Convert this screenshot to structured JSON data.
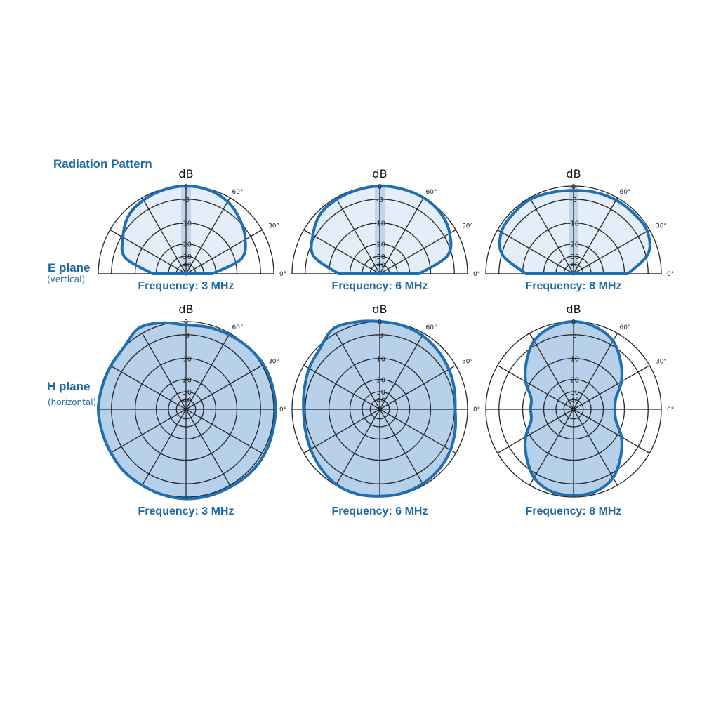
{
  "title": "Radiation Pattern",
  "rows": {
    "e_plane": {
      "label": "E plane",
      "sublabel": "(vertical)"
    },
    "h_plane": {
      "label": "H plane",
      "sublabel": "(horizontal)"
    }
  },
  "colors": {
    "accent": "#1f6aa5",
    "outline": "#1f6fb2",
    "e_fill": "#e3eef9",
    "h_fill": "#b7d1ea",
    "band": "#b9d1e8"
  },
  "chart_data": [
    {
      "type": "polar",
      "plane": "E",
      "half": true,
      "title": "Frequency: 3 MHz",
      "r_unit": "dB",
      "r_ticks": [
        "0",
        "-3",
        "-10",
        "-20",
        "-30",
        "-40"
      ],
      "angle_labels": [
        "60°",
        "30°",
        "0°"
      ],
      "angles": [
        0,
        15,
        30,
        45,
        60,
        75,
        90,
        105,
        120,
        135,
        150,
        165,
        180
      ],
      "relative_level": [
        0.3,
        0.65,
        0.78,
        0.87,
        0.95,
        0.99,
        1.0,
        0.99,
        0.97,
        0.93,
        0.83,
        0.72,
        0.38
      ]
    },
    {
      "type": "polar",
      "plane": "E",
      "half": true,
      "title": "Frequency: 6 MHz",
      "r_unit": "dB",
      "r_ticks": [
        "0",
        "-3",
        "-10",
        "-20",
        "-30",
        "-40"
      ],
      "angle_labels": [
        "60°",
        "30°",
        "0°"
      ],
      "angles": [
        0,
        15,
        30,
        45,
        60,
        75,
        90,
        105,
        120,
        135,
        150,
        165,
        180
      ],
      "relative_level": [
        0.45,
        0.8,
        0.92,
        0.98,
        1.0,
        1.0,
        1.0,
        0.99,
        0.98,
        0.96,
        0.88,
        0.78,
        0.47
      ]
    },
    {
      "type": "polar",
      "plane": "E",
      "half": true,
      "title": "Frequency: 8 MHz",
      "r_unit": "dB",
      "r_ticks": [
        "0",
        "-3",
        "-10",
        "-20",
        "-30",
        "-40"
      ],
      "angle_labels": [
        "60°",
        "30°",
        "0°"
      ],
      "angles": [
        0,
        15,
        30,
        45,
        60,
        75,
        90,
        105,
        120,
        135,
        150,
        165,
        180
      ],
      "relative_level": [
        0.62,
        0.88,
        0.97,
        0.97,
        0.97,
        0.96,
        0.95,
        0.96,
        0.98,
        0.97,
        0.95,
        0.84,
        0.54
      ]
    },
    {
      "type": "polar",
      "plane": "H",
      "half": false,
      "title": "Frequency: 3 MHz",
      "r_unit": "dB",
      "r_ticks": [
        "0",
        "-3",
        "-10",
        "-20",
        "-30",
        "-40"
      ],
      "angle_labels": [
        "60°",
        "30°",
        "0°"
      ],
      "angles": [
        0,
        15,
        30,
        45,
        60,
        75,
        90,
        105,
        120,
        135,
        150,
        165,
        180,
        195,
        210,
        225,
        240,
        255,
        270,
        285,
        300,
        315,
        330,
        345
      ],
      "relative_level": [
        1.02,
        1.02,
        1.02,
        1.0,
        0.98,
        0.97,
        0.96,
        1.02,
        1.07,
        1.0,
        0.99,
        0.99,
        1.0,
        0.99,
        0.99,
        1.0,
        1.0,
        1.01,
        1.02,
        1.02,
        1.02,
        1.03,
        1.03,
        1.02
      ]
    },
    {
      "type": "polar",
      "plane": "H",
      "half": false,
      "title": "Frequency: 6 MHz",
      "r_unit": "dB",
      "r_ticks": [
        "0",
        "-3",
        "-10",
        "-20",
        "-30",
        "-40"
      ],
      "angle_labels": [
        "60°",
        "30°",
        "0°"
      ],
      "angles": [
        0,
        15,
        30,
        45,
        60,
        75,
        90,
        105,
        120,
        135,
        150,
        165,
        180,
        195,
        210,
        225,
        240,
        255,
        270,
        285,
        300,
        315,
        330,
        345
      ],
      "relative_level": [
        0.86,
        0.88,
        0.91,
        0.94,
        0.97,
        0.99,
        1.0,
        1.03,
        1.06,
        0.97,
        0.93,
        0.89,
        0.87,
        0.88,
        0.91,
        0.95,
        0.99,
        1.0,
        0.99,
        0.99,
        0.98,
        0.96,
        0.93,
        0.89
      ]
    },
    {
      "type": "polar",
      "plane": "H",
      "half": false,
      "title": "Frequency: 8 MHz",
      "r_unit": "dB",
      "r_ticks": [
        "0",
        "-3",
        "-10",
        "-20",
        "-30",
        "-40"
      ],
      "angle_labels": [
        "60°",
        "30°",
        "0°"
      ],
      "angles": [
        0,
        15,
        30,
        45,
        60,
        75,
        90,
        105,
        120,
        135,
        150,
        165,
        180,
        195,
        210,
        225,
        240,
        255,
        270,
        285,
        300,
        315,
        330,
        345
      ],
      "relative_level": [
        0.47,
        0.5,
        0.63,
        0.76,
        0.9,
        0.97,
        1.0,
        0.97,
        0.9,
        0.76,
        0.63,
        0.5,
        0.49,
        0.5,
        0.63,
        0.76,
        0.9,
        0.97,
        0.98,
        0.97,
        0.9,
        0.76,
        0.63,
        0.5
      ]
    }
  ]
}
